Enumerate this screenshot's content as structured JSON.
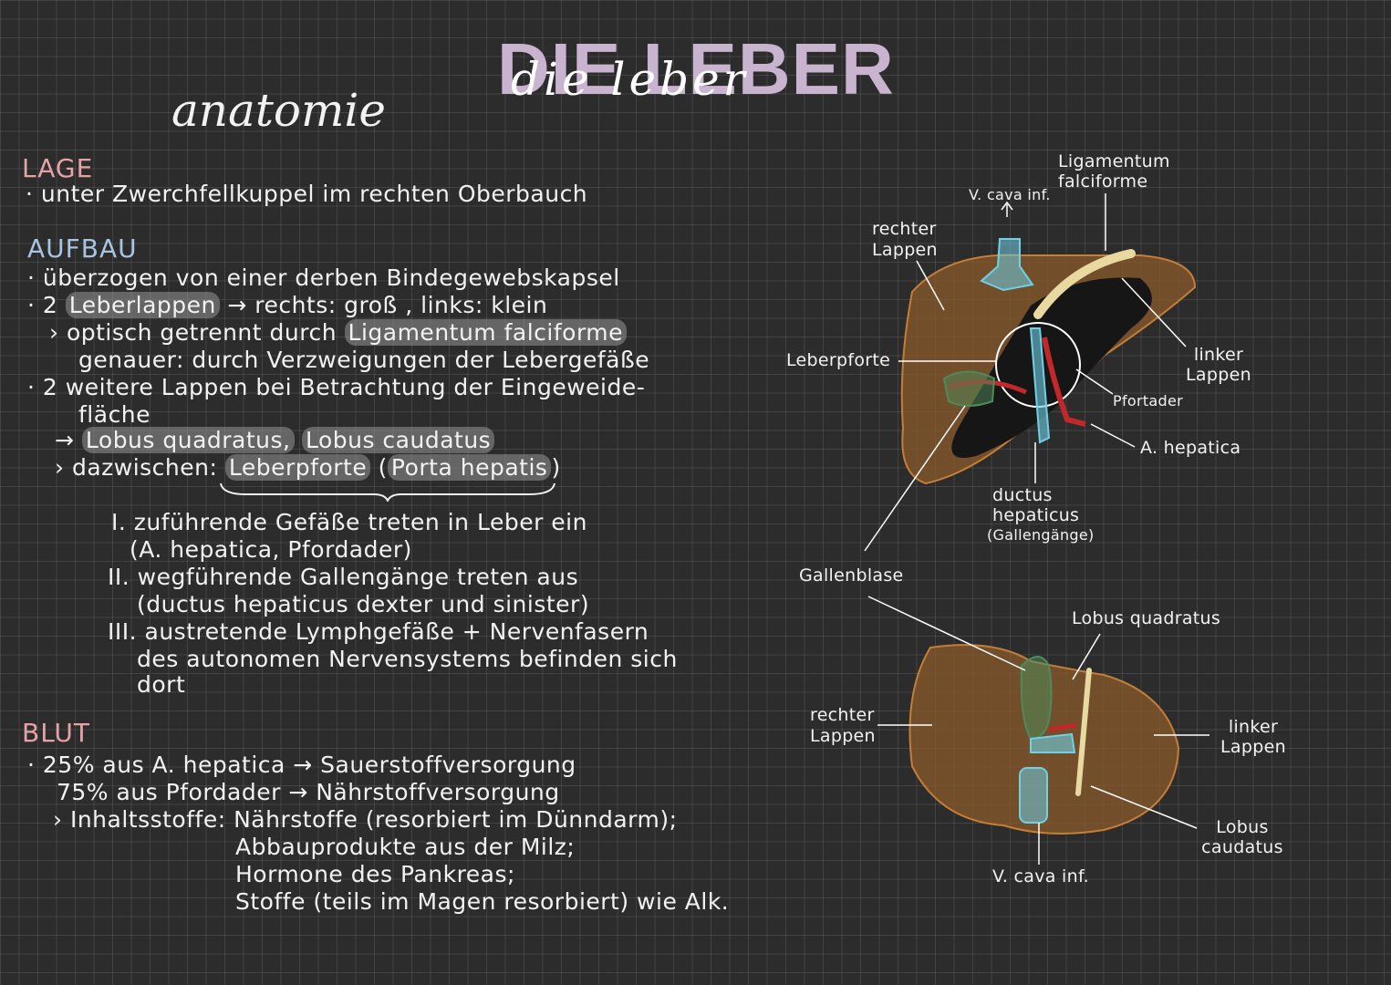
{
  "title": "DIE LEBER",
  "title_script": "die leber",
  "subtitle": "anatomie",
  "lage": {
    "heading": "LAGE",
    "lines": [
      "· unter Zwerchfellkuppel im rechten Oberbauch"
    ]
  },
  "aufbau": {
    "heading": "AUFBAU",
    "line1": "· überzogen von einer derben Bindegewebskapsel",
    "line2_bullet": "· 2",
    "line2_hl": "Leberlappen",
    "line2_rest": "→ rechts: groß , links: klein",
    "line3_pre": "› optisch getrennt durch",
    "line3_hl": "Ligamentum falciforme",
    "line4": "genauer: durch Verzweigungen der Lebergefäße",
    "line5": "· 2 weitere Lappen bei Betrachtung der Eingeweide-",
    "line6": "fläche",
    "line7_arrow": "→",
    "line7_hl1": "Lobus quadratus,",
    "line7_hl2": "Lobus caudatus",
    "line8_pre": "› dazwischen:",
    "line8_hl1": "Leberpforte",
    "line8_paren_open": "(",
    "line8_hl2": "Porta hepatis",
    "line8_paren_close": ")",
    "sub1": "I. zuführende Gefäße treten in Leber ein",
    "sub1b": "(A. hepatica, Pfordader)",
    "sub2": "II. wegführende Gallengänge treten aus",
    "sub2b": "(ductus hepaticus dexter und sinister)",
    "sub3": "III. austretende Lymphgefäße + Nervenfasern",
    "sub3b": "des autonomen Nervensystems befinden sich",
    "sub3c": "dort"
  },
  "blut": {
    "heading": "BLUT",
    "line1": "· 25% aus A. hepatica → Sauerstoffversorgung",
    "line2": "75% aus Pfordader → Nährstoffversorgung",
    "line3": "› Inhaltsstoffe: Nährstoffe (resorbiert im Dünndarm);",
    "line4": "Abbauprodukte aus der Milz;",
    "line5": "Hormone des Pankreas;",
    "line6": "Stoffe (teils im Magen resorbiert) wie Alk."
  },
  "diagram_top": {
    "v_cava": "V. cava inf.",
    "ligamentum": "Ligamentum falciforme",
    "rechter_lappen": "rechter Lappen",
    "leberpforte": "Leberpforte",
    "linker_lappen": "linker Lappen",
    "pfortader": "Pfortader",
    "a_hepatica": "A. hepatica",
    "ductus": "ductus hepaticus",
    "gallengaenge": "(Gallengänge)",
    "gallenblase": "Gallenblase"
  },
  "diagram_bottom": {
    "lobus_quadratus": "Lobus quadratus",
    "rechter_lappen": "rechter Lappen",
    "linker_lappen": "linker Lappen",
    "lobus_caudatus": "Lobus caudatus",
    "v_cava": "V. cava inf."
  },
  "colors": {
    "liver": "#8a5a2a",
    "vessel_blue": "#6fd0e6",
    "vessel_red": "#c0282a",
    "ligament": "#e7d9a0",
    "heading_pink": "#e6a3a7",
    "title_purple": "#c9b4cf"
  }
}
